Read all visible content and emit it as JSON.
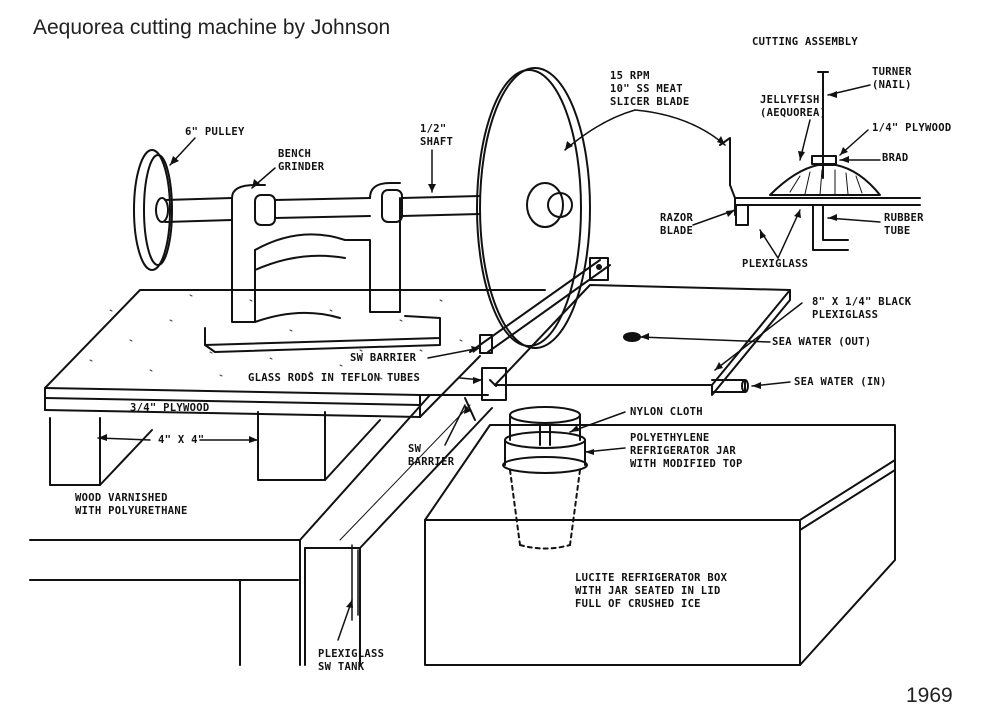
{
  "title": "Aequorea cutting machine by Johnson",
  "year": "1969",
  "labels": {
    "pulley": "6\" PULLEY",
    "bench_grinder": [
      "BENCH",
      "GRINDER"
    ],
    "shaft": [
      "1/2\"",
      "SHAFT"
    ],
    "slicer_blade": [
      "15 RPM",
      "10\" SS MEAT",
      "SLICER BLADE"
    ],
    "cutting_assembly": "CUTTING ASSEMBLY",
    "turner": [
      "TURNER",
      "(NAIL)"
    ],
    "jellyfish": [
      "JELLYFISH",
      "(AEQUOREA)"
    ],
    "plywood_quarter": "1/4\" PLYWOOD",
    "brad": "BRAD",
    "razor_blade": [
      "RAZOR",
      "BLADE"
    ],
    "rubber_tube": [
      "RUBBER",
      "TUBE"
    ],
    "plexiglass": "PLEXIGLASS",
    "black_plexiglass": [
      "8\" X 1/4\" BLACK",
      "PLEXIGLASS"
    ],
    "sea_water_out": "SEA WATER (OUT)",
    "sea_water_in": "SEA WATER (IN)",
    "sw_barrier_top": "SW BARRIER",
    "glass_rods": "GLASS RODS IN TEFLON TUBES",
    "plywood_three_quarter": "3/4\" PLYWOOD",
    "sw_barrier_bottom": [
      "SW",
      "BARRIER"
    ],
    "four_by_four": "4\" X 4\"",
    "nylon_cloth": "NYLON CLOTH",
    "jar": [
      "POLYETHYLENE",
      "REFRIGERATOR JAR",
      "WITH MODIFIED TOP"
    ],
    "wood_varnished": [
      "WOOD VARNISHED",
      "WITH POLYURETHANE"
    ],
    "lucite_box": [
      "LUCITE REFRIGERATOR BOX",
      "WITH JAR SEATED IN LID",
      "FULL OF CRUSHED ICE"
    ],
    "sw_tank": [
      "PLEXIGLASS",
      "SW TANK"
    ]
  }
}
